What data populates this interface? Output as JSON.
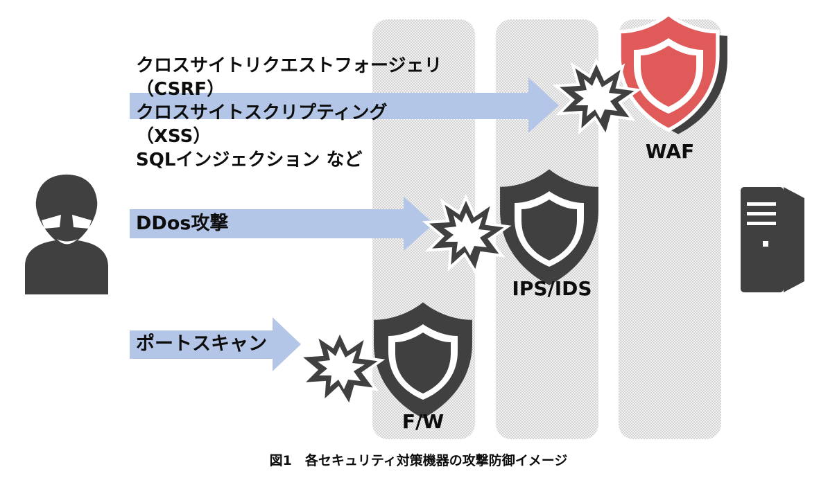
{
  "colors": {
    "arrow": "#b4c6e7",
    "shield_dark": "#404040",
    "shield_waf": "#e05a5a",
    "column_fill": "#e6e6e6",
    "text": "#0d0d0d"
  },
  "attacks": {
    "waf_lines": [
      "クロスサイトリクエストフォージェリ",
      "（CSRF）",
      "クロスサイトスクリプティング",
      "（XSS）",
      "SQLインジェクション など"
    ],
    "ips_label": "DDos攻撃",
    "fw_label": "ポートスキャン"
  },
  "devices": {
    "waf": "WAF",
    "ips_ids": "IPS/IDS",
    "fw": "F/W"
  },
  "icons": {
    "attacker": "hacker-icon",
    "server": "server-icon",
    "shield": "shield-icon",
    "impact": "explosion-icon"
  },
  "caption": "図1　各セキュリティ対策機器の攻撃防御イメージ"
}
